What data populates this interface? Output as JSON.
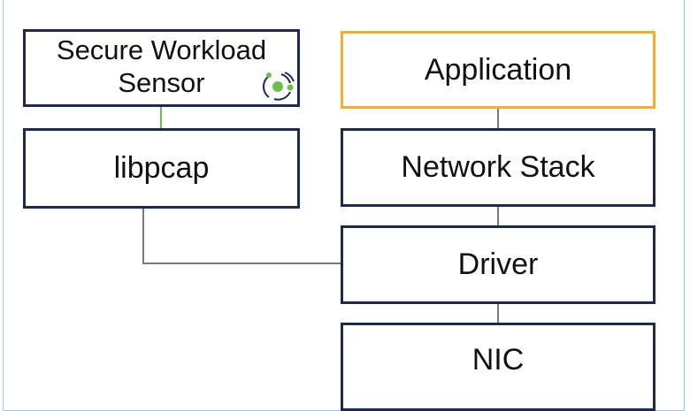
{
  "diagram": {
    "nodes": {
      "sensor": "Secure Workload Sensor",
      "sensor_line1": "Secure Workload",
      "sensor_line2": "Sensor",
      "libpcap": "libpcap",
      "application": "Application",
      "network_stack": "Network Stack",
      "driver": "Driver",
      "nic": "NIC"
    },
    "colors": {
      "box_border": "#1b2a4e",
      "app_border": "#f9ac2b",
      "accent_green": "#6cc04a",
      "connector": "#7a7a7a"
    },
    "icon": "secure-workload-logo"
  }
}
